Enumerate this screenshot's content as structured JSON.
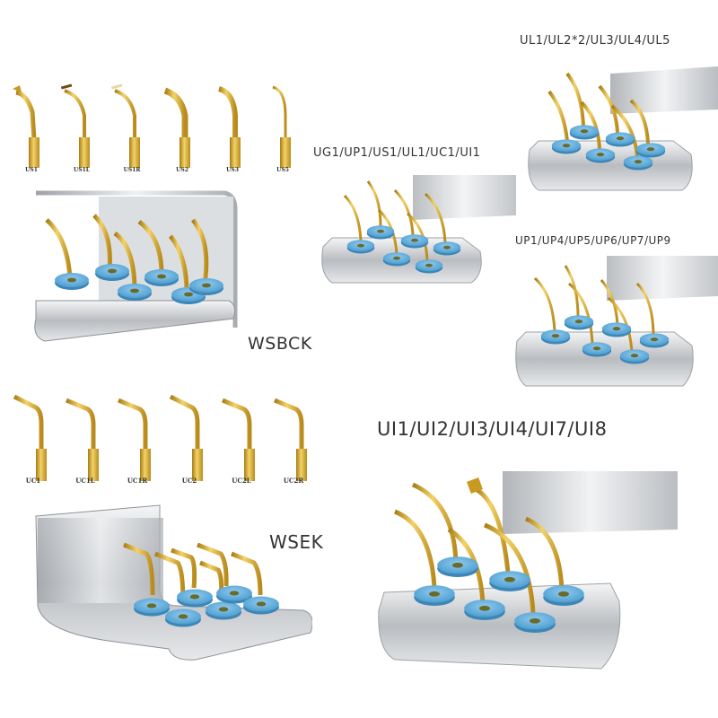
{
  "us_tips": {
    "items": [
      {
        "name": "US1"
      },
      {
        "name": "US1L"
      },
      {
        "name": "US1R"
      },
      {
        "name": "US2"
      },
      {
        "name": "US3"
      },
      {
        "name": "US5"
      }
    ]
  },
  "uc_tips": {
    "items": [
      {
        "name": "UC1"
      },
      {
        "name": "UC1L"
      },
      {
        "name": "UC1R"
      },
      {
        "name": "UC2"
      },
      {
        "name": "UC2L"
      },
      {
        "name": "UC2R"
      }
    ]
  },
  "kits": {
    "wsbck": {
      "label": "WSBCK"
    },
    "wsek": {
      "label": "WSEK"
    },
    "ul": {
      "label": "UL1/UL2*2/UL3/UL4/UL5"
    },
    "ug": {
      "label": "UG1/UP1/US1/UL1/UC1/UI1"
    },
    "up": {
      "label": "UP1/UP4/UP5/UP6/UP7/UP9"
    },
    "ui": {
      "label": "UI1/UI2/UI3/UI4/UI7/UI8"
    }
  },
  "colors": {
    "gold": "#d4a52a",
    "gold_dark": "#a67c12",
    "silicone_blue": "#6cb6e0",
    "steel": "#c8cacd",
    "text": "#333333"
  }
}
